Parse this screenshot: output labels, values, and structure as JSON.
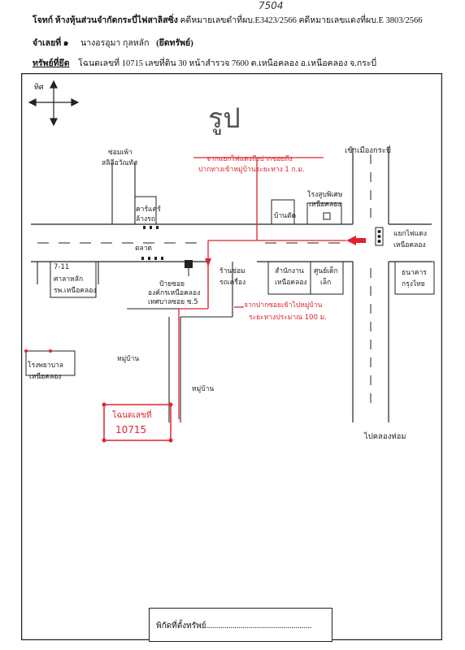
{
  "handwritten_top": "7504",
  "header": {
    "line1_bold": "โจทก์ ห้างหุ้นส่วนจำกัดกระบี่ไฟสาลิสซิ่ง",
    "line1_rest": "คดีหมายเลขดำที่ผบ.E3423/2566  คดีหมายเลขแดงที่ผบ.E 3803/2566",
    "line2_label": "จำเลยที่ ๑",
    "line2_name": "นางอรอุมา  กุลหลัก",
    "line2_note": "(ยึดทรัพย์)",
    "line3_label": "ทรัพย์ที่ยึด",
    "line3_text": "โฉนดเลขที่ 10715   เลขที่ดิน 30   หน้าสำรวจ 7600  ต.เหนือคลอง     อ.เหนือคลอง     จ.กระบี่"
  },
  "map": {
    "north_label": "ทิศ",
    "map_title": "รูป",
    "labels": {
      "shop_top_left": "ซ่อมเพ้า",
      "shop_top_left_2": "สลิลีอวัณทัส",
      "to_krabi": "เข้าเมืองกระบี่",
      "car_care": "คาร์แคร์",
      "car_care_2": "ล้างรถ",
      "house_top": "บ้านตัด",
      "hospital": "โรงสูบพิเศษ",
      "hospital_2": "เหนือคลอง",
      "intersection": "แยกไฟแดง",
      "intersection_2": "เหนือคลอง",
      "market": "ตลาด",
      "seven_eleven": "7-11",
      "seven_eleven_2": "ศาลาหลัก",
      "seven_eleven_3": "รพ.เหนือคลอง",
      "gov_office": "ป้ายซอย",
      "gov_office_2": "องค์กรเหนือคลอง",
      "gov_office_3": "เทศบาลซอย ซ.5",
      "soi_house": "ร้านซ่อม",
      "soi_house_2": "รถเครื่อง",
      "school": "สำนักงาน",
      "school_2": "เหนือคลอง",
      "temple": "ศูนย์เด็ก",
      "temple_2": "เล็ก",
      "bank": "ธนาคาร",
      "bank_2": "กรุงไทย",
      "hospital_bottom": "โรงพยาบาล",
      "hospital_bottom_2": "เหนือคลอง",
      "village_left": "หมู่บ้าน",
      "village_mid": "หมู่บ้าน",
      "to_khlong_thom": "ไปคลองท่อม",
      "red_note_1": "จากแยกไฟแดงถึงปากซอยถึง",
      "red_note_2": "ปากทางเข้าหมู่บ้านระยะทาง 1 ก.ม.",
      "red_note_3": "จากปากซอยเข้าไปหมู่บ้าน",
      "red_note_4": "ระยะทางประมาณ 100 ม.",
      "plot_label": "โฉนดเลขที่",
      "plot_number": "10715"
    }
  },
  "footer": {
    "label": "พิกัดที่ตั้งทรัพย์"
  }
}
